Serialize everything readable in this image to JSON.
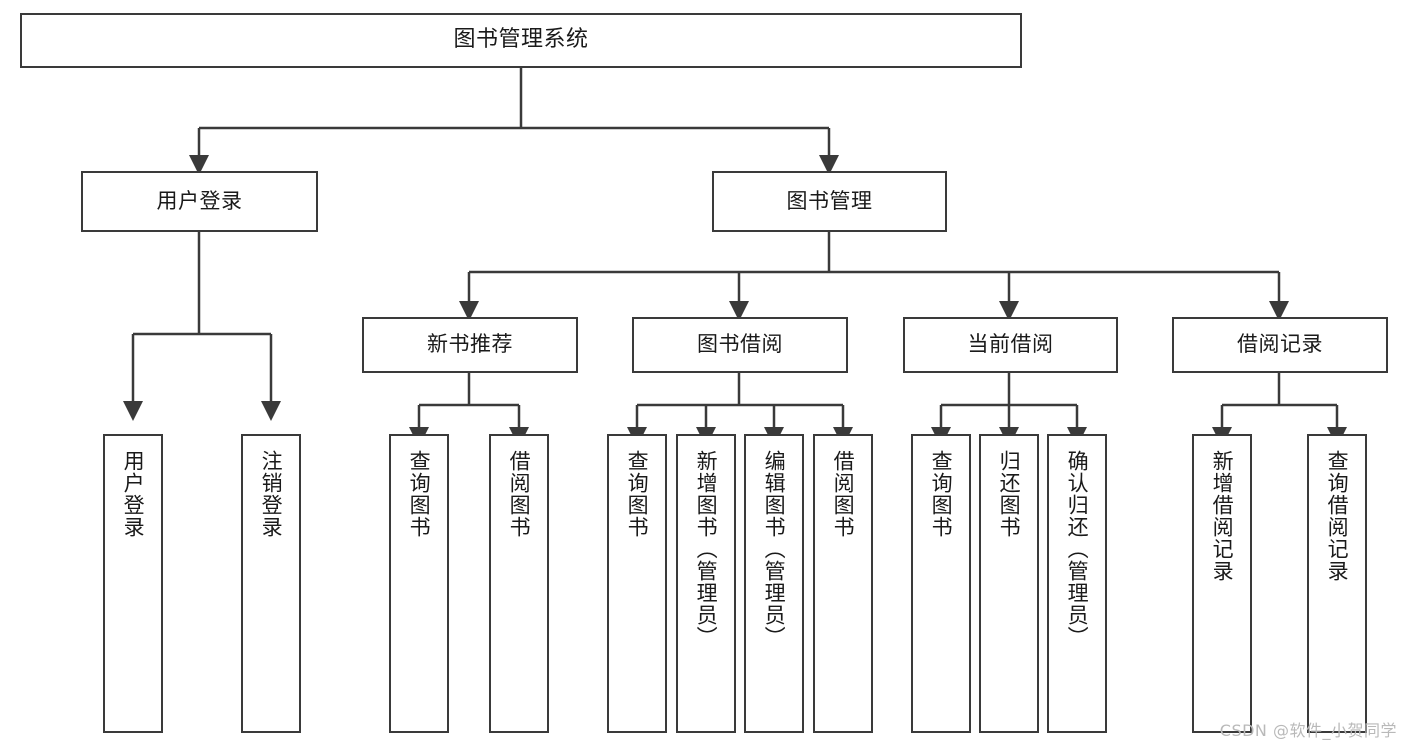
{
  "diagram": {
    "type": "tree-hierarchy",
    "title": "图书管理系统",
    "watermark": "CSDN @软件_小贺同学",
    "root": {
      "id": "root",
      "label": "图书管理系统"
    },
    "level2": [
      {
        "id": "user-login",
        "label": "用户登录"
      },
      {
        "id": "book-manage",
        "label": "图书管理"
      }
    ],
    "level3": [
      {
        "id": "new-book-recommend",
        "label": "新书推荐",
        "parent": "book-manage"
      },
      {
        "id": "book-borrow",
        "label": "图书借阅",
        "parent": "book-manage"
      },
      {
        "id": "current-borrow",
        "label": "当前借阅",
        "parent": "book-manage"
      },
      {
        "id": "borrow-record",
        "label": "借阅记录",
        "parent": "book-manage"
      }
    ],
    "leaves": [
      {
        "id": "leaf-user-login",
        "label": "用户登录",
        "parent": "user-login"
      },
      {
        "id": "leaf-logout-login",
        "label": "注销登录",
        "parent": "user-login"
      },
      {
        "id": "leaf-query-book-1",
        "label": "查询图书",
        "parent": "new-book-recommend"
      },
      {
        "id": "leaf-borrow-book-1",
        "label": "借阅图书",
        "parent": "new-book-recommend"
      },
      {
        "id": "leaf-query-book-2",
        "label": "查询图书",
        "parent": "book-borrow"
      },
      {
        "id": "leaf-add-book",
        "label": "新增图书（管理员）",
        "parent": "book-borrow"
      },
      {
        "id": "leaf-edit-book",
        "label": "编辑图书（管理员）",
        "parent": "book-borrow"
      },
      {
        "id": "leaf-borrow-book-2",
        "label": "借阅图书",
        "parent": "book-borrow"
      },
      {
        "id": "leaf-query-book-3",
        "label": "查询图书",
        "parent": "current-borrow"
      },
      {
        "id": "leaf-return-book",
        "label": "归还图书",
        "parent": "current-borrow"
      },
      {
        "id": "leaf-confirm-return",
        "label": "确认归还（管理员）",
        "parent": "current-borrow"
      },
      {
        "id": "leaf-add-record",
        "label": "新增借阅记录",
        "parent": "borrow-record"
      },
      {
        "id": "leaf-query-record",
        "label": "查询借阅记录",
        "parent": "borrow-record"
      }
    ],
    "colors": {
      "stroke": "#3a3a3a",
      "fill": "#ffffff",
      "text": "#1a1a1a",
      "watermark": "#b9b9b9"
    }
  }
}
